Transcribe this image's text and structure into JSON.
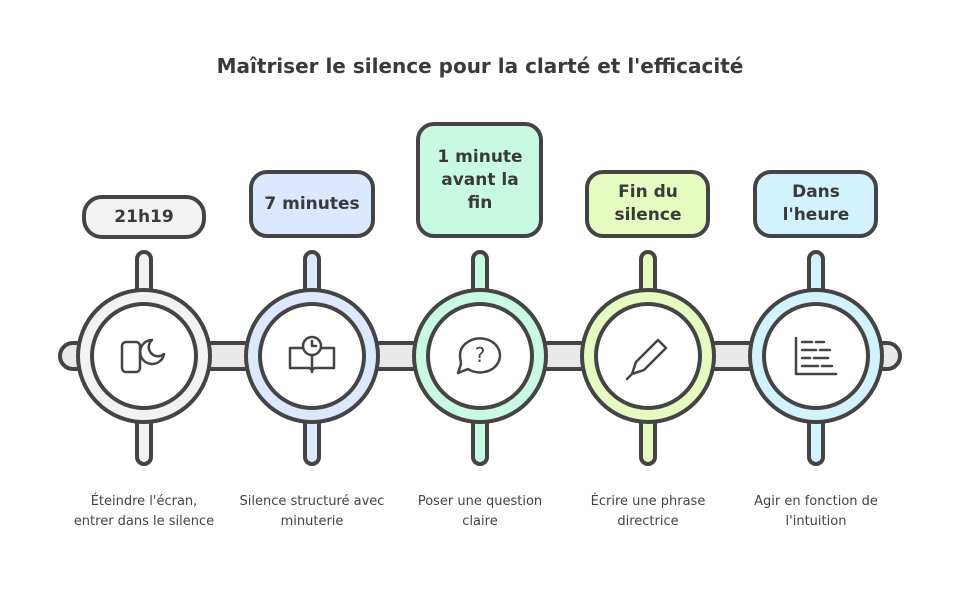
{
  "title": "Maîtriser le silence pour la clarté et l'efficacité",
  "steps": [
    {
      "label": "21h19",
      "description": "Éteindre l'écran, entrer dans le silence",
      "icon": "phone-moon-icon",
      "color": "#f2f2f2"
    },
    {
      "label": "7 minutes",
      "description": "Silence structuré avec minuterie",
      "icon": "book-clock-icon",
      "color": "#dbe8fd"
    },
    {
      "label": "1 minute avant la fin",
      "description": "Poser une question claire",
      "icon": "question-bubble-icon",
      "color": "#c8fae3"
    },
    {
      "label": "Fin du silence",
      "description": "Écrire une phrase directrice",
      "icon": "pen-icon",
      "color": "#e6fbc0"
    },
    {
      "label": "Dans l'heure",
      "description": "Agir en fonction de l'intuition",
      "icon": "text-chart-icon",
      "color": "#d2f3fd"
    }
  ]
}
